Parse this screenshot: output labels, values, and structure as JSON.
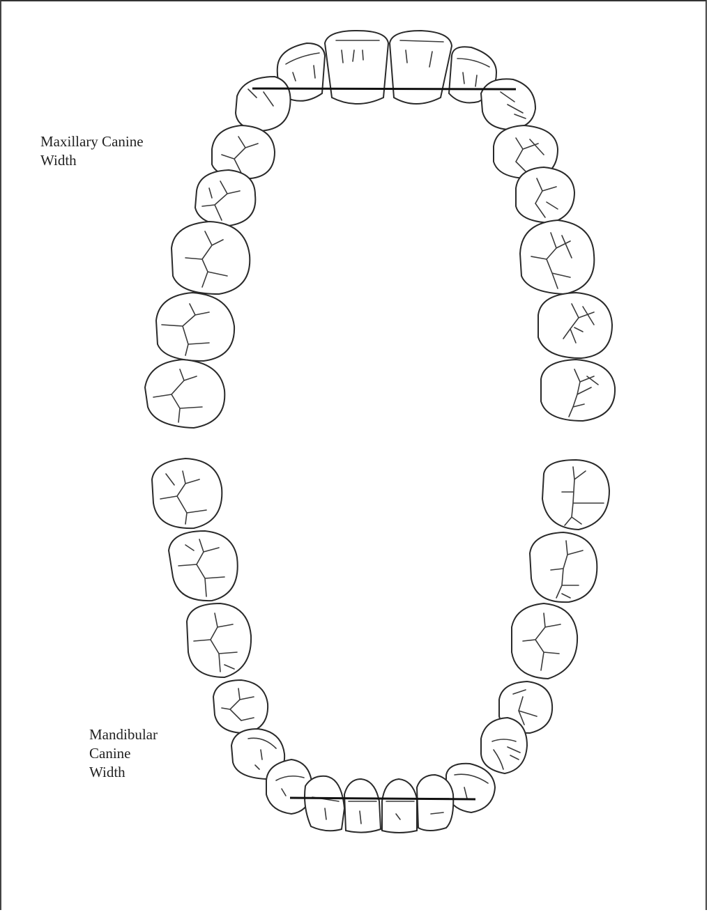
{
  "labels": {
    "maxillary": [
      "Maxillary Canine",
      "Width"
    ],
    "mandibular": [
      "Mandibular",
      "Canine",
      "Width"
    ]
  },
  "colors": {
    "outline": "#2a2a2a",
    "measure_line": "#111111",
    "text": "#222222"
  }
}
